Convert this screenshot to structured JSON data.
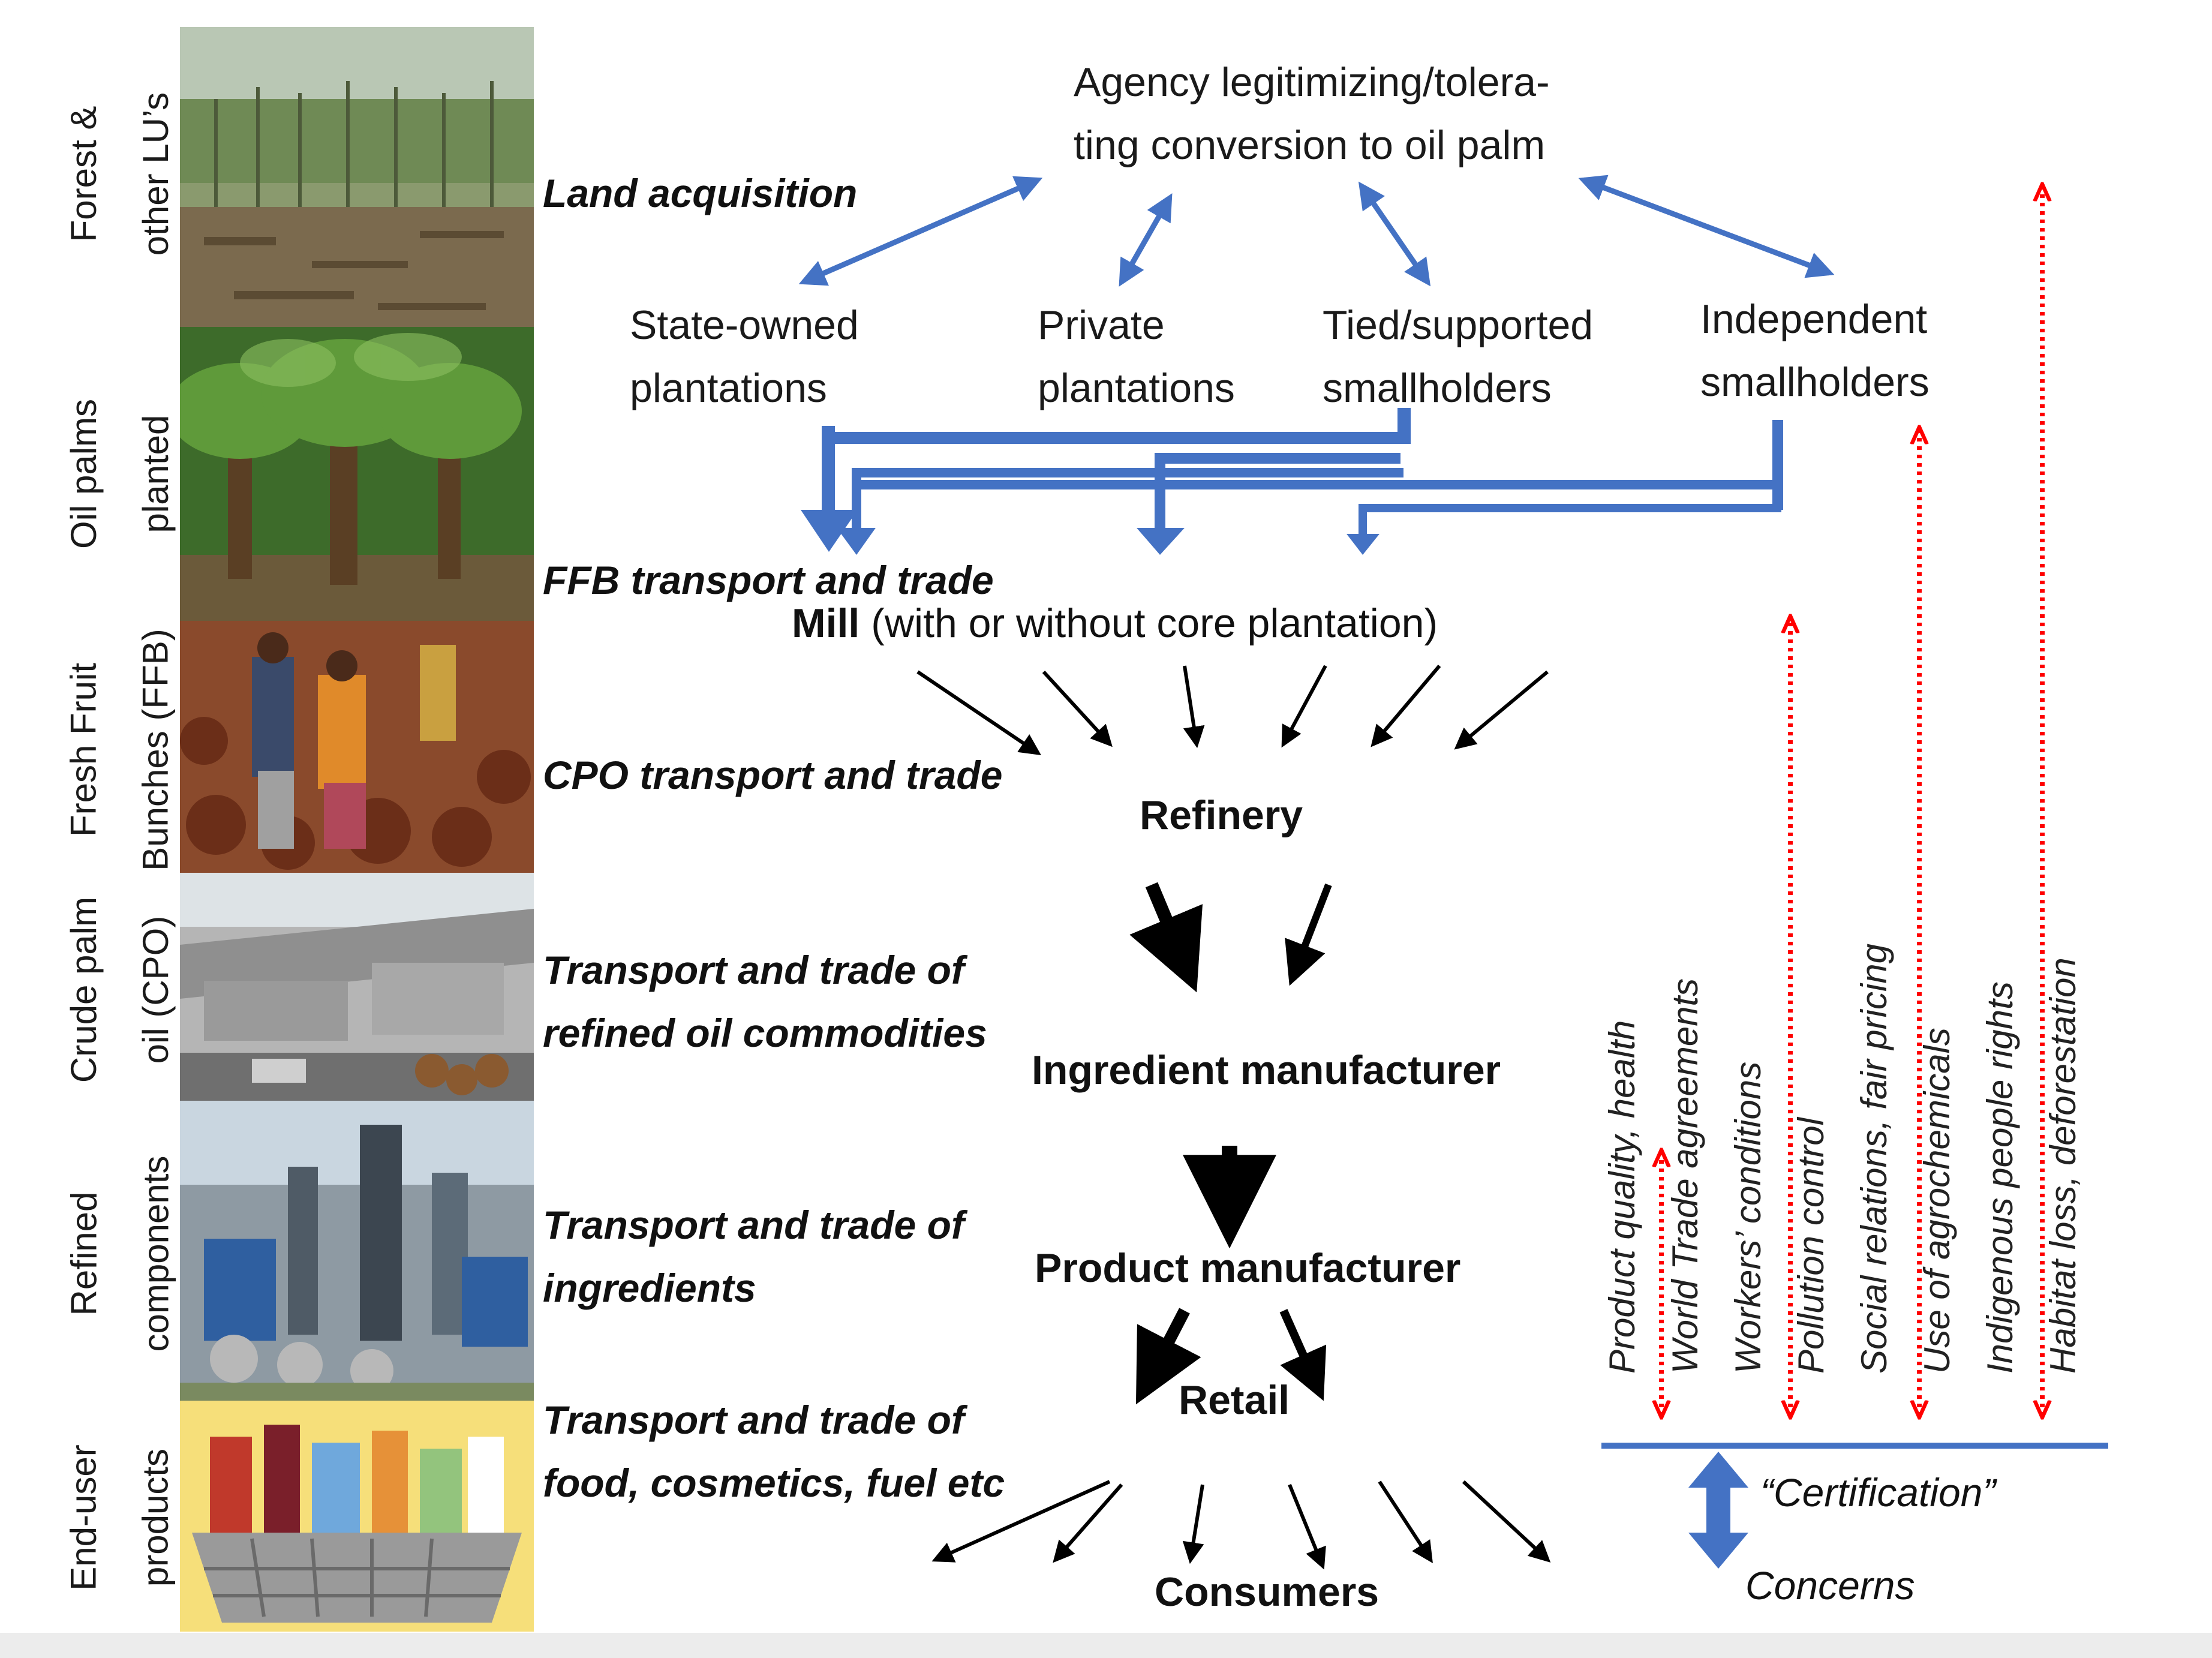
{
  "side_labels": [
    "Forest &\nother LU’s",
    "Oil palms\nplanted",
    "Fresh Fruit\nBunches (FFB)",
    "Crude palm\noil (CPO)",
    "Refined\ncomponents",
    "End-user\nproducts"
  ],
  "photos": [
    {
      "name": "forest-clearing-photo"
    },
    {
      "name": "oil-palm-plantation-photo"
    },
    {
      "name": "fresh-fruit-bunch-harvest-photo"
    },
    {
      "name": "palm-oil-mill-photo"
    },
    {
      "name": "refinery-photo"
    },
    {
      "name": "end-user-products-basket-photo"
    }
  ],
  "agency": {
    "line1": "Agency legitimizing/tolera-",
    "line2": "ting conversion to oil palm"
  },
  "producers": {
    "state": {
      "line1": "State-owned",
      "line2": "plantations"
    },
    "private": {
      "line1": "Private",
      "line2": "plantations"
    },
    "tied": {
      "line1": "Tied/supported",
      "line2": "smallholders"
    },
    "independent": {
      "line1": "Independent",
      "line2": "smallholders"
    }
  },
  "trade_labels": {
    "land": "Land acquisition",
    "ffb": "FFB transport and trade",
    "cpo": "CPO transport and trade",
    "refined": {
      "line1": "Transport and trade of",
      "line2": "refined oil commodities"
    },
    "ingredients": {
      "line1": "Transport and trade of",
      "line2": "ingredients"
    },
    "food": {
      "line1": "Transport and trade of",
      "line2": "food, cosmetics, fuel etc"
    }
  },
  "nodes": {
    "mill_bold": "Mill",
    "mill_rest": " (with or without core plantation)",
    "refinery": "Refinery",
    "ingredient": "Ingredient manufacturer",
    "product": "Product manufacturer",
    "retail": "Retail",
    "consumers": "Consumers"
  },
  "concerns": [
    "Product quality, health",
    "World Trade agreements",
    "Workers’ conditions",
    "Pollution control",
    "Social relations, fair pricing",
    "Use of agrochemicals",
    "Indigenous people rights",
    "Habitat loss, deforestation"
  ],
  "certification": "“Certification”",
  "concerns_label": "Concerns",
  "colors": {
    "flow_blue": "#4472c4",
    "concern_red": "#ff0000",
    "black_arrow": "#000000"
  }
}
